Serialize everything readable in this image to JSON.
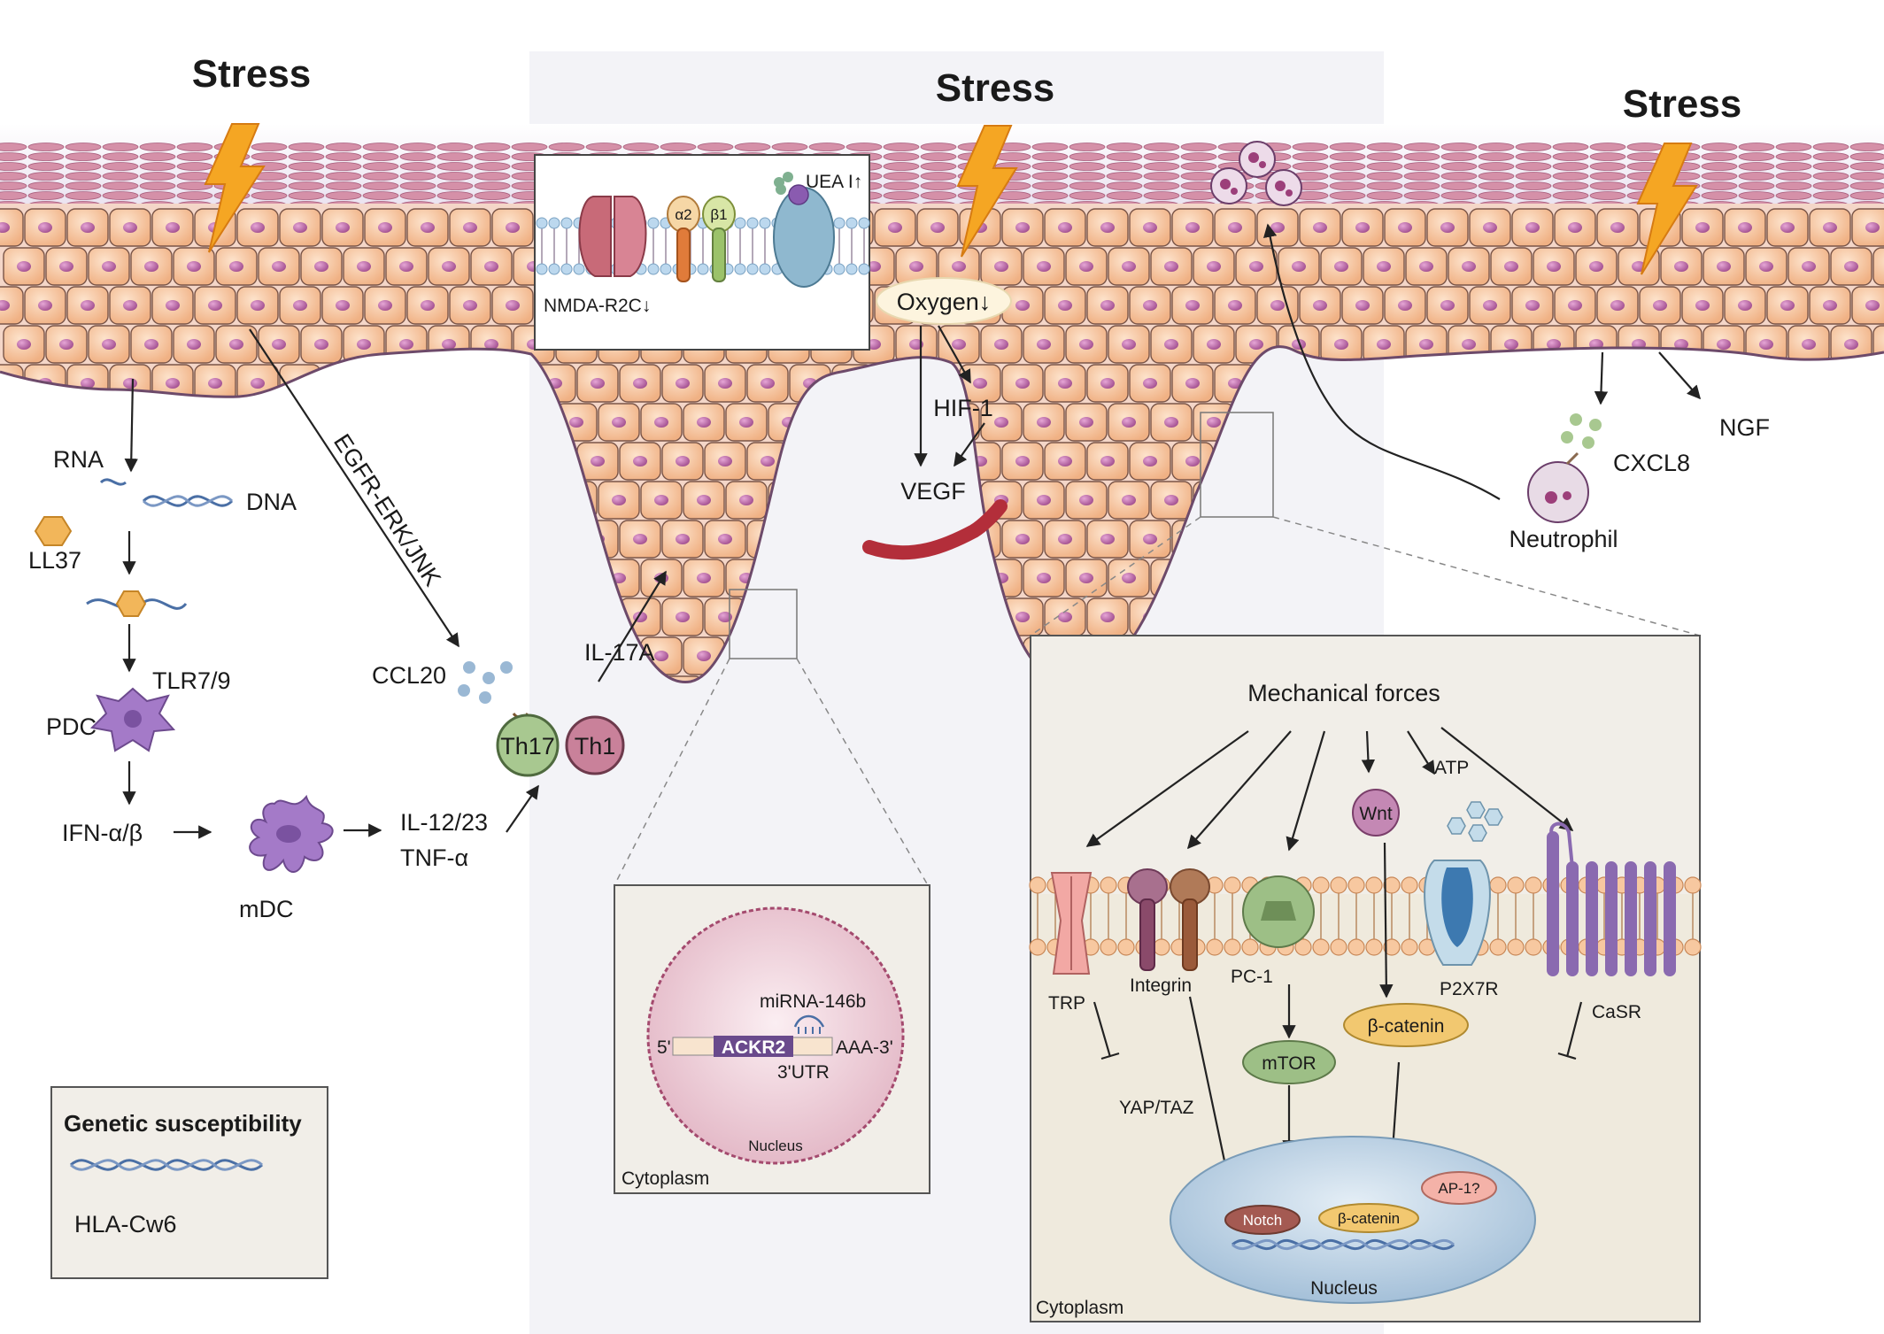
{
  "stress": [
    "Stress",
    "Stress",
    "Stress"
  ],
  "left_pathway": {
    "rna": "RNA",
    "dna": "DNA",
    "ll37": "LL37",
    "tlr": "TLR7/9",
    "pdc": "PDC",
    "ifn": "IFN-α/β",
    "mdc": "mDC",
    "il12": "IL-12/23",
    "tnf": "TNF-α",
    "egfr": "EGFR-ERK/JNK",
    "ccl20": "CCL20",
    "th17": "Th17",
    "th1": "Th1",
    "il17": "IL-17A"
  },
  "genetic_box": {
    "title": "Genetic susceptibility",
    "gene": "HLA-Cw6"
  },
  "membrane_inset": {
    "nmda": "NMDA-R2C↓",
    "alpha2": "α2",
    "beta1": "β1",
    "uea": "UEA I↑"
  },
  "center_pathway": {
    "oxygen": "Oxygen↓",
    "hif": "HIF-1",
    "vegf": "VEGF"
  },
  "right_pathway": {
    "ngf": "NGF",
    "cxcl8": "CXCL8",
    "neutrophil": "Neutrophil"
  },
  "nucleus_inset": {
    "mirna": "miRNA-146b",
    "five": "5'",
    "gene": "ACKR2",
    "tail": "AAA-3'",
    "utr": "3'UTR",
    "nucleus": "Nucleus",
    "cytoplasm": "Cytoplasm"
  },
  "mech_inset": {
    "title": "Mechanical forces",
    "wnt": "Wnt",
    "atp": "ATP",
    "trp": "TRP",
    "integrin": "Integrin",
    "pc1": "PC-1",
    "p2x7r": "P2X7R",
    "casr": "CaSR",
    "mtor": "mTOR",
    "bcatenin": "β-catenin",
    "yap": "YAP/TAZ",
    "notch": "Notch",
    "bcat_nuc": "β-catenin",
    "ap1": "AP-1?",
    "nucleus": "Nucleus",
    "cytoplasm": "Cytoplasm"
  },
  "colors": {
    "keratinocyte": "#f6c49c",
    "cell_outline": "#7a5548",
    "nucleus": "#b35d9e",
    "stratum_corneum": "#d590a8",
    "lightning": "#f5a623",
    "dermis_panel": "#f3f3f7",
    "inset_bg": "#f1eee8"
  }
}
